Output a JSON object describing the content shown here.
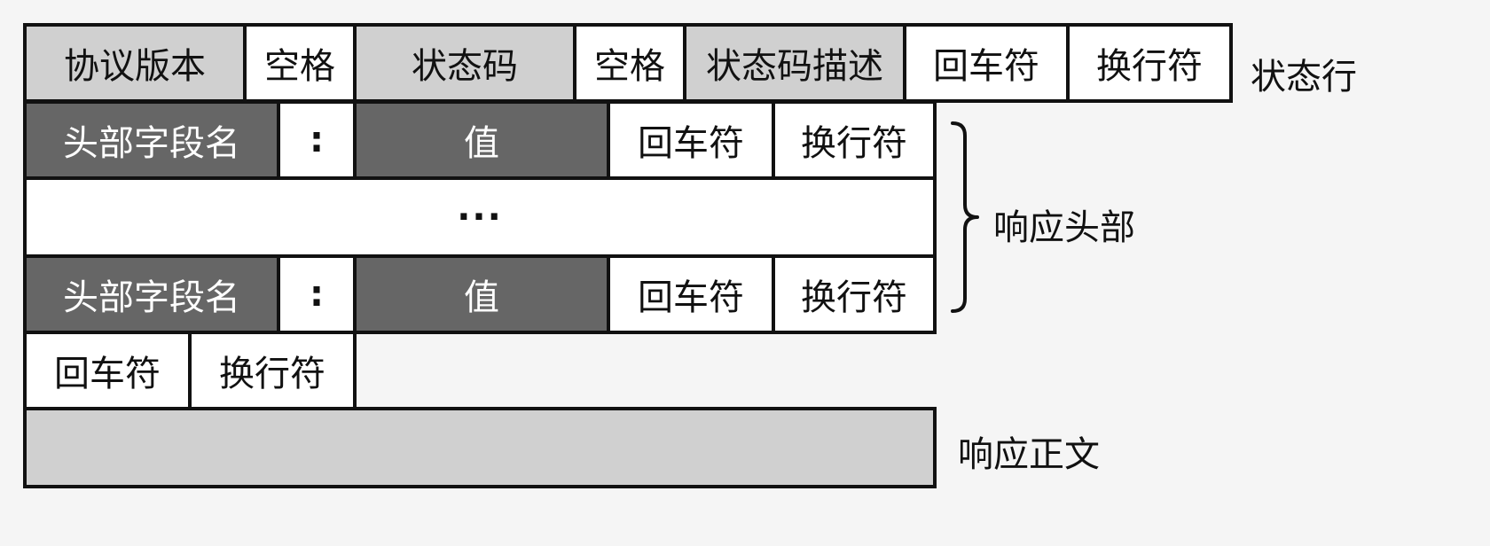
{
  "status_line": {
    "cells": [
      "协议版本",
      "空格",
      "状态码",
      "空格",
      "状态码描述",
      "回车符",
      "换行符"
    ],
    "label": "状态行"
  },
  "header_rows": [
    {
      "name": "头部字段名",
      "colon": ":",
      "value": "值",
      "cr": "回车符",
      "lf": "换行符"
    },
    {
      "name": "头部字段名",
      "colon": ":",
      "value": "值",
      "cr": "回车符",
      "lf": "换行符"
    }
  ],
  "ellipsis": "···",
  "headers_label": "响应头部",
  "blank_line": {
    "cr": "回车符",
    "lf": "换行符"
  },
  "body_label": "响应正文"
}
